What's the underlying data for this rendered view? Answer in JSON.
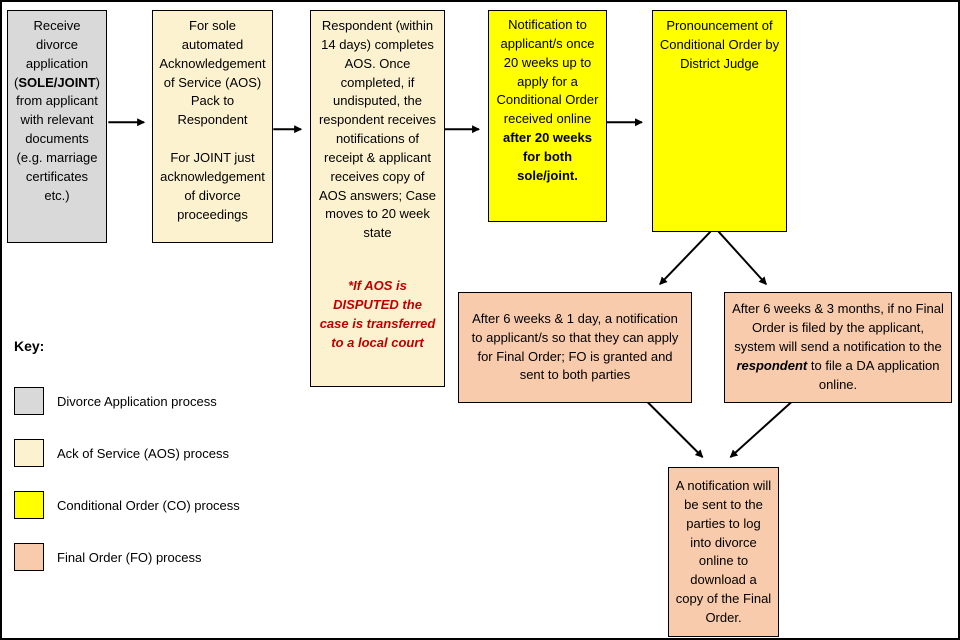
{
  "colors": {
    "divorce_application": "#d9d9d9",
    "ack_of_service": "#fdf2d0",
    "conditional_order": "#ffff00",
    "final_order": "#f8cbad",
    "dispute_note": "#c00000",
    "border": "#000000"
  },
  "boxes": {
    "receive": {
      "pre": "Receive divorce application (",
      "bold": "SOLE/JOINT",
      "post": ") from applicant with relevant documents (e.g. marriage certificates etc.)"
    },
    "aos_pack": {
      "p1": "For sole automated Acknowledgement of Service (AOS) Pack to Respondent",
      "p2": "For JOINT just acknowledgement of divorce proceedings"
    },
    "respondent_aos": {
      "p1": "Respondent (within 14 days) completes AOS. Once completed, if undisputed, the respondent receives notifications of receipt & applicant receives copy of AOS answers; Case moves to 20 week state",
      "note": "*If AOS is DISPUTED the case is transferred to a local court"
    },
    "notification_co": {
      "pre": "Notification to applicant/s once 20 weeks up to apply for a Conditional Order received online ",
      "bold": "after 20 weeks for both sole/joint."
    },
    "pronouncement": {
      "text": "Pronouncement of Conditional Order by District Judge"
    },
    "final_order_apply": {
      "text": "After 6 weeks & 1 day, a notification to applicant/s so that they can apply for Final Order; FO is granted and sent to both parties"
    },
    "da_application": {
      "pre": "After 6 weeks & 3 months, if no Final Order is filed by the applicant, system will send a notification to the ",
      "bold": "respondent",
      "post": " to file a DA application online."
    },
    "final_notification": {
      "text": "A notification will be sent to the parties to log into divorce online to download a copy of the Final Order."
    }
  },
  "key": {
    "title": "Key:",
    "items": [
      {
        "label": "Divorce Application process",
        "color": "#d9d9d9"
      },
      {
        "label": "Ack of Service (AOS) process",
        "color": "#fdf2d0"
      },
      {
        "label": "Conditional Order (CO) process",
        "color": "#ffff00"
      },
      {
        "label": "Final Order (FO) process",
        "color": "#f8cbad"
      }
    ]
  }
}
